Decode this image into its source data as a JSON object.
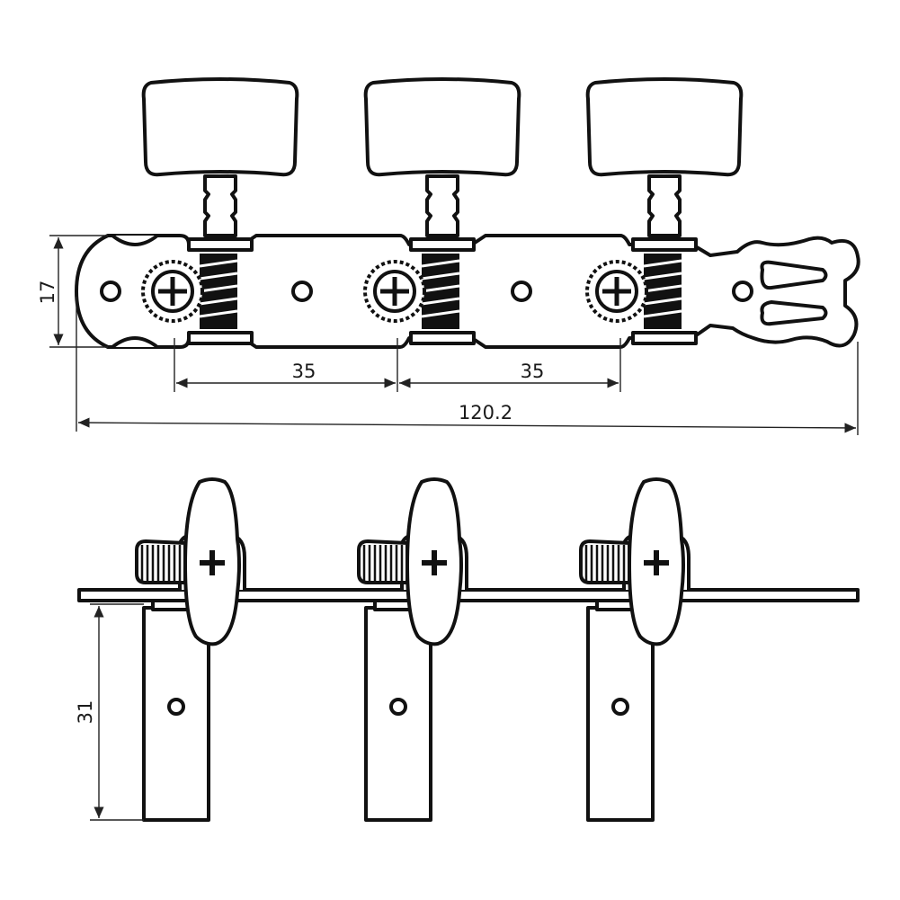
{
  "diagram": {
    "dimensions": {
      "plate_height": "17",
      "spacing_left": "35",
      "spacing_right": "35",
      "total_length": "120.2",
      "roller_length": "31"
    },
    "colors": {
      "line": "#111111",
      "fill": "#ffffff",
      "dimension_line": "#222222"
    }
  }
}
